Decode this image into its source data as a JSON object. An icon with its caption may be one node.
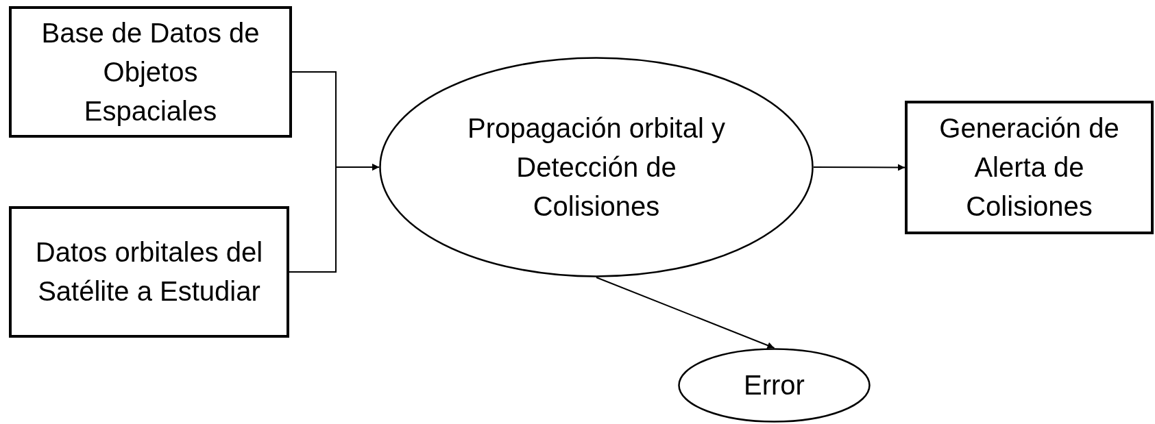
{
  "diagram": {
    "nodes": [
      {
        "text": [
          "Base de Datos de Objetos Espaciales"
        ]
      },
      {
        "text": [
          "Datos orbitales del Satélite a Estudiar"
        ]
      },
      {
        "text": [
          "Propagación orbital y Detección de Colisiones"
        ]
      },
      {
        "text": [
          "Generación de Alerta de Colisiones"
        ]
      },
      {
        "text": [
          "Error"
        ]
      }
    ],
    "edges": [
      {
        "from": 0,
        "to": 2,
        "arrow": "to"
      },
      {
        "from": 1,
        "to": 2,
        "arrow": "to"
      },
      {
        "from": 2,
        "to": 3,
        "arrow": "to"
      },
      {
        "from": 2,
        "to": 4,
        "arrow": "to"
      }
    ]
  }
}
